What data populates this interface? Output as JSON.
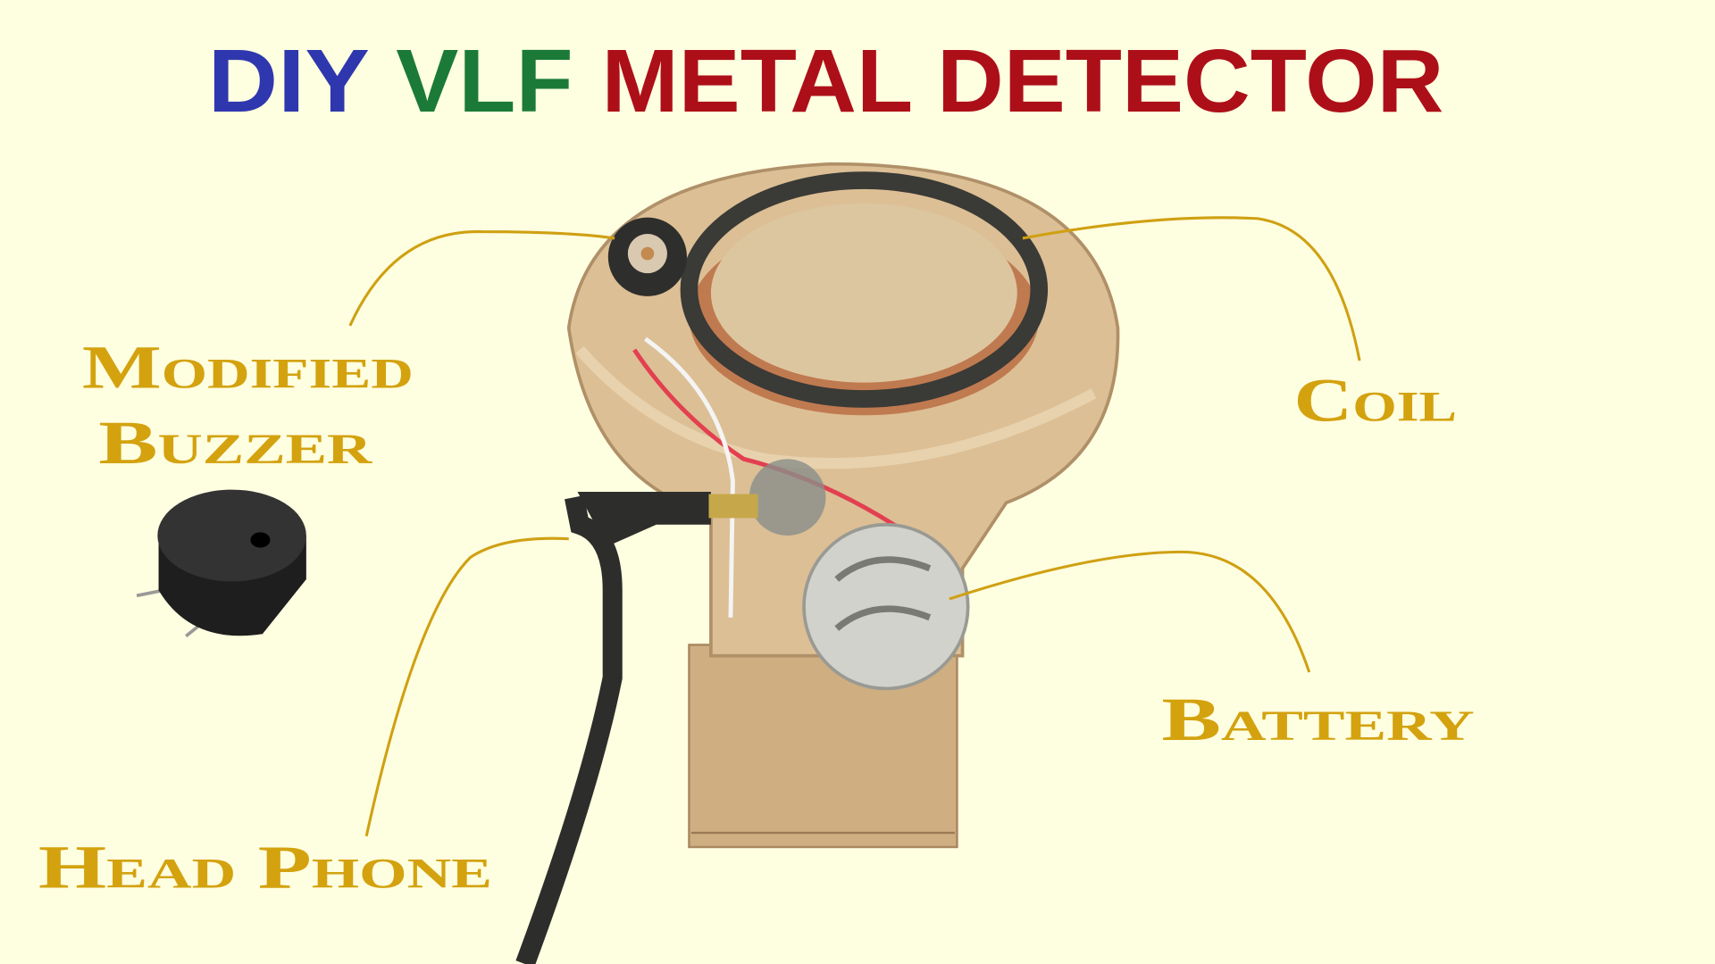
{
  "title": {
    "part1": "DIY",
    "part2": "VLF",
    "part3": "METAL DETECTOR"
  },
  "labels": {
    "buzzer_line1": "Modified",
    "buzzer_line2": "Buzzer",
    "coil": "Coil",
    "battery": "Battery",
    "headphone": "Head Phone"
  },
  "colors": {
    "blue": "#2f37ae",
    "green": "#1b7a37",
    "red": "#ad0f18",
    "gold": "#d3a20e",
    "background": "#fefee0"
  }
}
